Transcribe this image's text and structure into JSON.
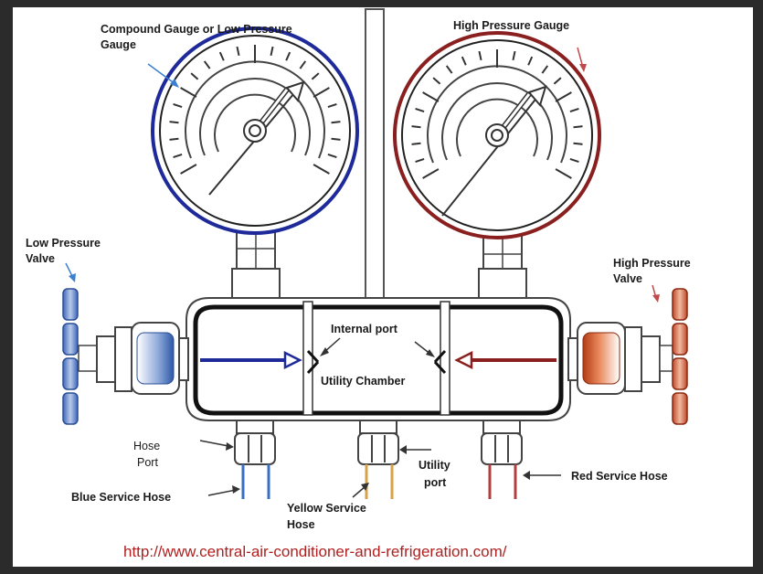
{
  "diagram": {
    "colors": {
      "background": "#2b2b2b",
      "panel": "#ffffff",
      "low_side": "#1f2a9a",
      "high_side": "#8a1f1f",
      "url": "#b02020",
      "yellow_hose": "#d8a24a",
      "red_hose": "#b04040",
      "blue_hose": "#3a6fc0"
    },
    "labels": {
      "compound_gauge_line1": "Compound Gauge or Low Pressure",
      "compound_gauge_line2": "Gauge",
      "high_gauge": "High Pressure Gauge",
      "low_valve_line1": "Low Pressure",
      "low_valve_line2": "Valve",
      "high_valve_line1": "High Pressure",
      "high_valve_line2": "Valve",
      "internal_port": "Internal port",
      "utility_chamber": "Utility Chamber",
      "hose_port_line1": "Hose",
      "hose_port_line2": "Port",
      "blue_hose": "Blue Service Hose",
      "yellow_hose_line1": "Yellow Service",
      "yellow_hose_line2": "Hose",
      "utility_port_line1": "Utility",
      "utility_port_line2": "port",
      "red_hose": "Red Service Hose"
    },
    "source_url": "http://www.central-air-conditioner-and-refrigeration.com/"
  }
}
